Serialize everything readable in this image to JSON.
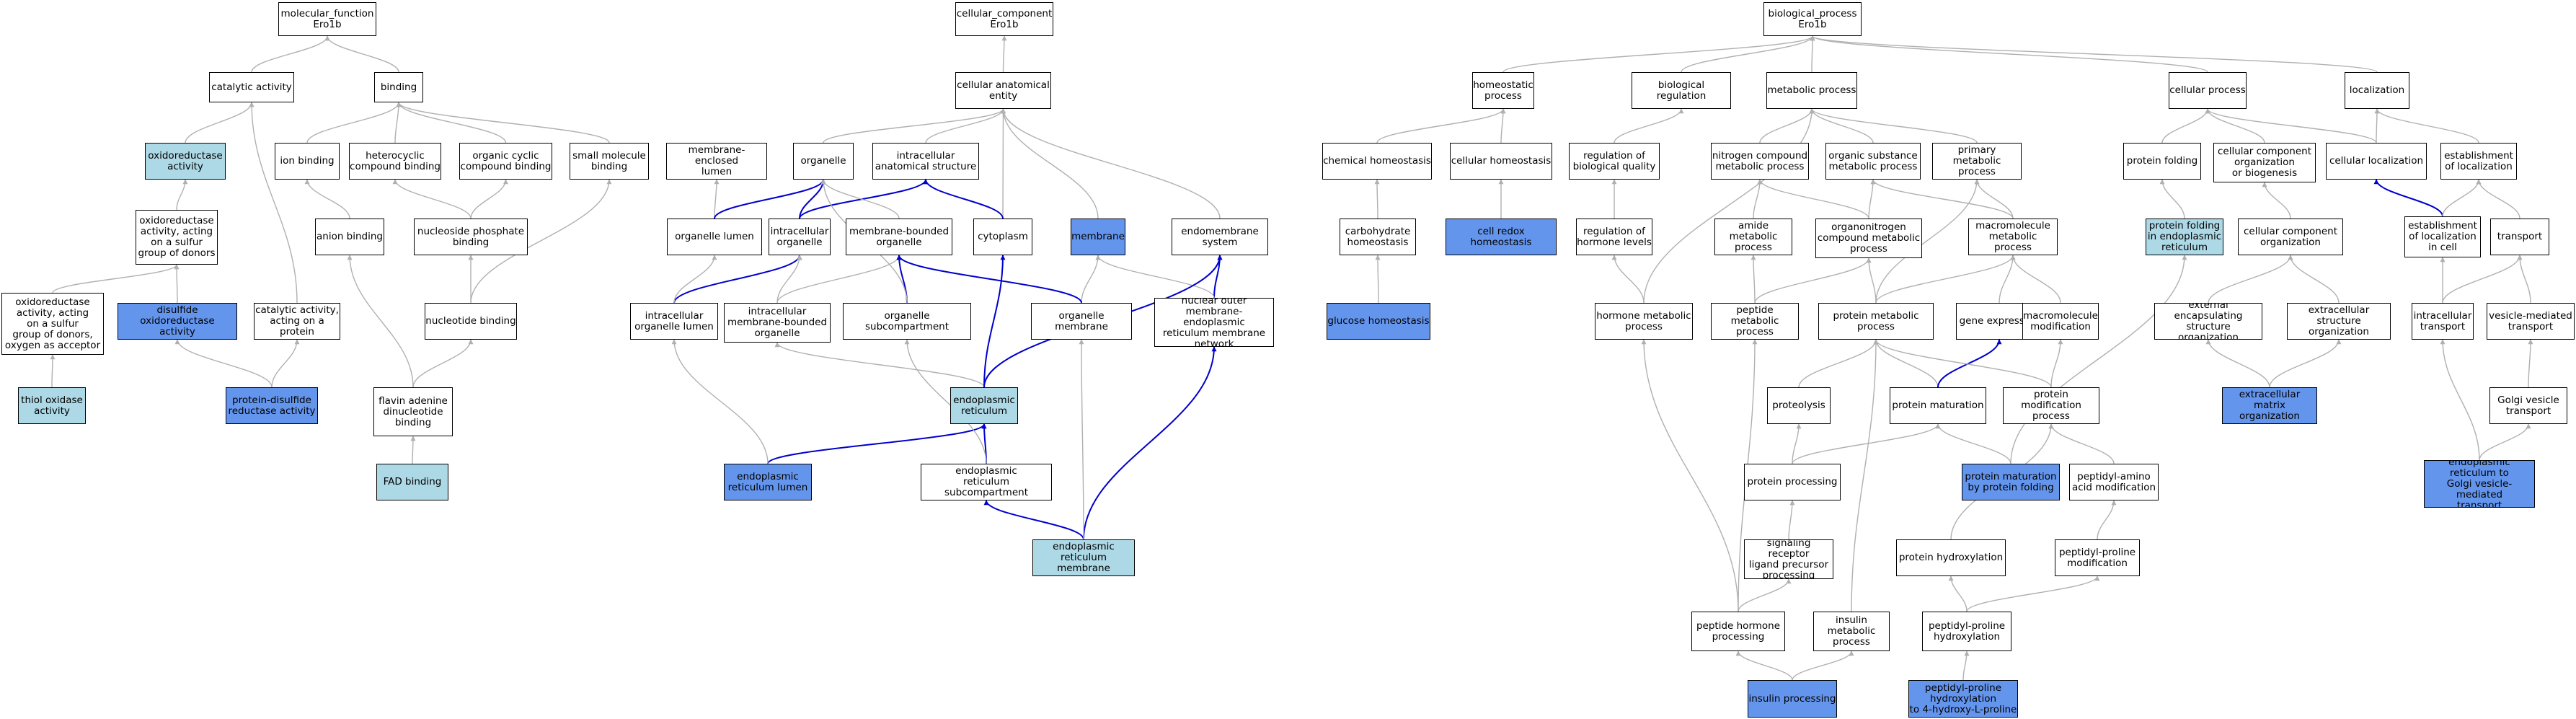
{
  "colors": {
    "plain": "#ffffff",
    "light": "#add8e6",
    "blue": "#6495ed",
    "edge_gray": "#b0b0b0",
    "edge_blue": "#0000cd"
  },
  "nodes": [
    {
      "id": "mf",
      "label": "molecular_function\nEro1b",
      "style": "plain"
    },
    {
      "id": "cata",
      "label": "catalytic activity",
      "style": "plain"
    },
    {
      "id": "bind",
      "label": "binding",
      "style": "plain"
    },
    {
      "id": "oxred",
      "label": "oxidoreductase\nactivity",
      "style": "light"
    },
    {
      "id": "ionb",
      "label": "ion binding",
      "style": "plain"
    },
    {
      "id": "hetb",
      "label": "heterocyclic\ncompound binding",
      "style": "plain"
    },
    {
      "id": "orgcyc",
      "label": "organic cyclic\ncompound binding",
      "style": "plain"
    },
    {
      "id": "smb",
      "label": "small molecule\nbinding",
      "style": "plain"
    },
    {
      "id": "oxsulf",
      "label": "oxidoreductase\nactivity, acting\non a sulfur\ngroup of donors",
      "style": "plain"
    },
    {
      "id": "anion",
      "label": "anion binding",
      "style": "plain"
    },
    {
      "id": "nucphos",
      "label": "nucleoside phosphate\nbinding",
      "style": "plain"
    },
    {
      "id": "oxoxy",
      "label": "oxidoreductase\nactivity, acting\non a sulfur\ngroup of donors,\noxygen as acceptor",
      "style": "plain"
    },
    {
      "id": "disulf",
      "label": "disulfide oxidoreductase\nactivity",
      "style": "blue"
    },
    {
      "id": "catprot",
      "label": "catalytic activity,\nacting on a\nprotein",
      "style": "plain"
    },
    {
      "id": "nucb",
      "label": "nucleotide binding",
      "style": "plain"
    },
    {
      "id": "thiol",
      "label": "thiol oxidase\nactivity",
      "style": "light"
    },
    {
      "id": "pdi",
      "label": "protein-disulfide\nreductase activity",
      "style": "blue"
    },
    {
      "id": "fadin",
      "label": "flavin adenine\ndinucleotide\nbinding",
      "style": "plain"
    },
    {
      "id": "fad",
      "label": "FAD binding",
      "style": "light"
    },
    {
      "id": "cc",
      "label": "cellular_component\nEro1b",
      "style": "plain"
    },
    {
      "id": "cae",
      "label": "cellular anatomical\nentity",
      "style": "plain"
    },
    {
      "id": "membl",
      "label": "membrane-enclosed\nlumen",
      "style": "plain"
    },
    {
      "id": "orgnl",
      "label": "organelle",
      "style": "plain"
    },
    {
      "id": "ias",
      "label": "intracellular\nanatomical structure",
      "style": "plain"
    },
    {
      "id": "orglum",
      "label": "organelle lumen",
      "style": "plain"
    },
    {
      "id": "icorg",
      "label": "intracellular\norganelle",
      "style": "plain"
    },
    {
      "id": "mbo",
      "label": "membrane-bounded\norganelle",
      "style": "plain"
    },
    {
      "id": "cyto",
      "label": "cytoplasm",
      "style": "plain"
    },
    {
      "id": "memb",
      "label": "membrane",
      "style": "blue"
    },
    {
      "id": "endom",
      "label": "endomembrane\nsystem",
      "style": "plain"
    },
    {
      "id": "icol",
      "label": "intracellular\norganelle lumen",
      "style": "plain"
    },
    {
      "id": "icmbo",
      "label": "intracellular\nmembrane-bounded\norganelle",
      "style": "plain"
    },
    {
      "id": "orgsub",
      "label": "organelle subcompartment",
      "style": "plain"
    },
    {
      "id": "orgmem",
      "label": "organelle membrane",
      "style": "plain"
    },
    {
      "id": "nucouter",
      "label": "nuclear outer\nmembrane-endoplasmic\nreticulum membrane\nnetwork",
      "style": "plain"
    },
    {
      "id": "er",
      "label": "endoplasmic\nreticulum",
      "style": "light"
    },
    {
      "id": "erlum",
      "label": "endoplasmic\nreticulum lumen",
      "style": "blue"
    },
    {
      "id": "ersub",
      "label": "endoplasmic\nreticulum subcompartment",
      "style": "plain"
    },
    {
      "id": "ermem",
      "label": "endoplasmic\nreticulum membrane",
      "style": "light"
    },
    {
      "id": "bp",
      "label": "biological_process\nEro1b",
      "style": "plain"
    },
    {
      "id": "homeo",
      "label": "homeostatic\nprocess",
      "style": "plain"
    },
    {
      "id": "bioreg",
      "label": "biological regulation",
      "style": "plain"
    },
    {
      "id": "metab",
      "label": "metabolic process",
      "style": "plain"
    },
    {
      "id": "cellp",
      "label": "cellular process",
      "style": "plain"
    },
    {
      "id": "local",
      "label": "localization",
      "style": "plain"
    },
    {
      "id": "chemh",
      "label": "chemical homeostasis",
      "style": "plain"
    },
    {
      "id": "cellh",
      "label": "cellular homeostasis",
      "style": "plain"
    },
    {
      "id": "regbq",
      "label": "regulation of\nbiological quality",
      "style": "plain"
    },
    {
      "id": "nitro",
      "label": "nitrogen compound\nmetabolic process",
      "style": "plain"
    },
    {
      "id": "orgsubst",
      "label": "organic substance\nmetabolic process",
      "style": "plain"
    },
    {
      "id": "primm",
      "label": "primary metabolic\nprocess",
      "style": "plain"
    },
    {
      "id": "protf",
      "label": "protein folding",
      "style": "plain"
    },
    {
      "id": "ccob",
      "label": "cellular component\norganization\nor biogenesis",
      "style": "plain"
    },
    {
      "id": "cellloc",
      "label": "cellular localization",
      "style": "plain"
    },
    {
      "id": "estloc",
      "label": "establishment\nof localization",
      "style": "plain"
    },
    {
      "id": "carbh",
      "label": "carbohydrate\nhomeostasis",
      "style": "plain"
    },
    {
      "id": "redox",
      "label": "cell redox homeostasis",
      "style": "blue"
    },
    {
      "id": "reghl",
      "label": "regulation of\nhormone levels",
      "style": "plain"
    },
    {
      "id": "amide",
      "label": "amide metabolic\nprocess",
      "style": "plain"
    },
    {
      "id": "orgnit",
      "label": "organonitrogen\ncompound metabolic\nprocess",
      "style": "plain"
    },
    {
      "id": "macro",
      "label": "macromolecule\nmetabolic process",
      "style": "plain"
    },
    {
      "id": "pfer",
      "label": "protein folding\nin endoplasmic\nreticulum",
      "style": "light"
    },
    {
      "id": "cco",
      "label": "cellular component\norganization",
      "style": "plain"
    },
    {
      "id": "estcell",
      "label": "establishment\nof localization\nin cell",
      "style": "plain"
    },
    {
      "id": "transp",
      "label": "transport",
      "style": "plain"
    },
    {
      "id": "glucose",
      "label": "glucose homeostasis",
      "style": "blue"
    },
    {
      "id": "hormm",
      "label": "hormone metabolic\nprocess",
      "style": "plain"
    },
    {
      "id": "pepm",
      "label": "peptide metabolic\nprocess",
      "style": "plain"
    },
    {
      "id": "protm",
      "label": "protein metabolic\nprocess",
      "style": "plain"
    },
    {
      "id": "gene",
      "label": "gene expression",
      "style": "plain"
    },
    {
      "id": "macmod",
      "label": "macromolecule\nmodification",
      "style": "plain"
    },
    {
      "id": "extenc",
      "label": "external encapsulating\nstructure organization",
      "style": "plain"
    },
    {
      "id": "extorg",
      "label": "extracellular\nstructure organization",
      "style": "plain"
    },
    {
      "id": "ictrans",
      "label": "intracellular\ntransport",
      "style": "plain"
    },
    {
      "id": "vesic",
      "label": "vesicle-mediated\ntransport",
      "style": "plain"
    },
    {
      "id": "proteol",
      "label": "proteolysis",
      "style": "plain"
    },
    {
      "id": "protmat",
      "label": "protein maturation",
      "style": "plain"
    },
    {
      "id": "protmod",
      "label": "protein modification\nprocess",
      "style": "plain"
    },
    {
      "id": "ecm",
      "label": "extracellular\nmatrix organization",
      "style": "blue"
    },
    {
      "id": "golgi",
      "label": "Golgi vesicle\ntransport",
      "style": "plain"
    },
    {
      "id": "protproc",
      "label": "protein processing",
      "style": "plain"
    },
    {
      "id": "pmpf",
      "label": "protein maturation\nby protein folding",
      "style": "blue"
    },
    {
      "id": "pepamino",
      "label": "peptidyl-amino\nacid modification",
      "style": "plain"
    },
    {
      "id": "ertogolgi",
      "label": "endoplasmic\nreticulum to\nGolgi vesicle-mediated\ntransport",
      "style": "blue"
    },
    {
      "id": "sigrec",
      "label": "signaling receptor\nligand precursor\nprocessing",
      "style": "plain"
    },
    {
      "id": "pepprol",
      "label": "peptidyl-proline\nmodification",
      "style": "plain"
    },
    {
      "id": "prothyd",
      "label": "protein hydroxylation",
      "style": "plain"
    },
    {
      "id": "peph",
      "label": "peptide hormone\nprocessing",
      "style": "plain"
    },
    {
      "id": "insm",
      "label": "insulin metabolic\nprocess",
      "style": "plain"
    },
    {
      "id": "ppoh",
      "label": "peptidyl-proline\nhydroxylation",
      "style": "plain"
    },
    {
      "id": "insproc",
      "label": "insulin processing",
      "style": "blue"
    },
    {
      "id": "pp4h",
      "label": "peptidyl-proline\nhydroxylation\nto 4-hydroxy-L-proline",
      "style": "blue"
    }
  ],
  "edges": [
    [
      "cata",
      "mf",
      "gray"
    ],
    [
      "bind",
      "mf",
      "gray"
    ],
    [
      "oxred",
      "cata",
      "gray"
    ],
    [
      "ionb",
      "bind",
      "gray"
    ],
    [
      "hetb",
      "bind",
      "gray"
    ],
    [
      "orgcyc",
      "bind",
      "gray"
    ],
    [
      "smb",
      "bind",
      "gray"
    ],
    [
      "oxsulf",
      "oxred",
      "gray"
    ],
    [
      "anion",
      "ionb",
      "gray"
    ],
    [
      "nucphos",
      "hetb",
      "gray"
    ],
    [
      "nucphos",
      "orgcyc",
      "gray"
    ],
    [
      "oxoxy",
      "oxsulf",
      "gray"
    ],
    [
      "disulf",
      "oxsulf",
      "gray"
    ],
    [
      "catprot",
      "cata",
      "gray"
    ],
    [
      "nucb",
      "nucphos",
      "gray"
    ],
    [
      "nucb",
      "smb",
      "gray"
    ],
    [
      "thiol",
      "oxoxy",
      "gray"
    ],
    [
      "pdi",
      "disulf",
      "gray"
    ],
    [
      "pdi",
      "catprot",
      "gray"
    ],
    [
      "fadin",
      "anion",
      "gray"
    ],
    [
      "fadin",
      "nucb",
      "gray"
    ],
    [
      "fad",
      "fadin",
      "gray"
    ],
    [
      "cae",
      "cc",
      "gray"
    ],
    [
      "orgnl",
      "cae",
      "gray"
    ],
    [
      "ias",
      "cae",
      "gray"
    ],
    [
      "memb",
      "cae",
      "gray"
    ],
    [
      "endom",
      "cae",
      "gray"
    ],
    [
      "cyto",
      "cae",
      "gray"
    ],
    [
      "orglum",
      "membl",
      "gray"
    ],
    [
      "orglum",
      "orgnl",
      "blue"
    ],
    [
      "icorg",
      "orgnl",
      "blue"
    ],
    [
      "icorg",
      "ias",
      "blue"
    ],
    [
      "mbo",
      "orgnl",
      "gray"
    ],
    [
      "cyto",
      "ias",
      "blue"
    ],
    [
      "icol",
      "icorg",
      "blue"
    ],
    [
      "icol",
      "orglum",
      "gray"
    ],
    [
      "icmbo",
      "icorg",
      "gray"
    ],
    [
      "icmbo",
      "mbo",
      "gray"
    ],
    [
      "orgsub",
      "mbo",
      "blue"
    ],
    [
      "orgsub",
      "orgnl",
      "gray"
    ],
    [
      "orgmem",
      "memb",
      "gray"
    ],
    [
      "orgmem",
      "mbo",
      "blue"
    ],
    [
      "nucouter",
      "endom",
      "blue"
    ],
    [
      "nucouter",
      "memb",
      "gray"
    ],
    [
      "er",
      "cyto",
      "blue"
    ],
    [
      "er",
      "icmbo",
      "gray"
    ],
    [
      "er",
      "endom",
      "blue"
    ],
    [
      "erlum",
      "er",
      "blue"
    ],
    [
      "erlum",
      "icol",
      "gray"
    ],
    [
      "ersub",
      "er",
      "blue"
    ],
    [
      "ersub",
      "orgsub",
      "gray"
    ],
    [
      "ermem",
      "ersub",
      "blue"
    ],
    [
      "ermem",
      "nucouter",
      "blue"
    ],
    [
      "ermem",
      "orgmem",
      "gray"
    ],
    [
      "homeo",
      "bp",
      "gray"
    ],
    [
      "bioreg",
      "bp",
      "gray"
    ],
    [
      "metab",
      "bp",
      "gray"
    ],
    [
      "cellp",
      "bp",
      "gray"
    ],
    [
      "local",
      "bp",
      "gray"
    ],
    [
      "chemh",
      "homeo",
      "gray"
    ],
    [
      "cellh",
      "homeo",
      "gray"
    ],
    [
      "regbq",
      "bioreg",
      "gray"
    ],
    [
      "nitro",
      "metab",
      "gray"
    ],
    [
      "orgsubst",
      "metab",
      "gray"
    ],
    [
      "primm",
      "metab",
      "gray"
    ],
    [
      "protf",
      "cellp",
      "gray"
    ],
    [
      "ccob",
      "cellp",
      "gray"
    ],
    [
      "cellloc",
      "cellp",
      "gray"
    ],
    [
      "cellloc",
      "local",
      "gray"
    ],
    [
      "estloc",
      "local",
      "gray"
    ],
    [
      "carbh",
      "chemh",
      "gray"
    ],
    [
      "redox",
      "cellh",
      "gray"
    ],
    [
      "reghl",
      "regbq",
      "gray"
    ],
    [
      "amide",
      "nitro",
      "gray"
    ],
    [
      "orgnit",
      "nitro",
      "gray"
    ],
    [
      "orgnit",
      "orgsubst",
      "gray"
    ],
    [
      "macro",
      "orgsubst",
      "gray"
    ],
    [
      "macro",
      "primm",
      "gray"
    ],
    [
      "pfer",
      "protf",
      "gray"
    ],
    [
      "cco",
      "ccob",
      "gray"
    ],
    [
      "estcell",
      "cellloc",
      "blue"
    ],
    [
      "estcell",
      "estloc",
      "gray"
    ],
    [
      "transp",
      "estloc",
      "gray"
    ],
    [
      "glucose",
      "carbh",
      "gray"
    ],
    [
      "hormm",
      "reghl",
      "gray"
    ],
    [
      "hormm",
      "metab",
      "gray"
    ],
    [
      "pepm",
      "amide",
      "gray"
    ],
    [
      "pepm",
      "orgnit",
      "gray"
    ],
    [
      "protm",
      "orgnit",
      "gray"
    ],
    [
      "protm",
      "macro",
      "gray"
    ],
    [
      "protm",
      "primm",
      "gray"
    ],
    [
      "gene",
      "macro",
      "gray"
    ],
    [
      "macmod",
      "macro",
      "gray"
    ],
    [
      "extenc",
      "cco",
      "gray"
    ],
    [
      "extorg",
      "cco",
      "gray"
    ],
    [
      "ictrans",
      "estcell",
      "gray"
    ],
    [
      "ictrans",
      "transp",
      "gray"
    ],
    [
      "vesic",
      "transp",
      "gray"
    ],
    [
      "proteol",
      "protm",
      "gray"
    ],
    [
      "protmat",
      "protm",
      "gray"
    ],
    [
      "protmat",
      "gene",
      "blue"
    ],
    [
      "protmod",
      "protm",
      "gray"
    ],
    [
      "protmod",
      "macmod",
      "gray"
    ],
    [
      "ecm",
      "extenc",
      "gray"
    ],
    [
      "ecm",
      "extorg",
      "gray"
    ],
    [
      "golgi",
      "vesic",
      "gray"
    ],
    [
      "protproc",
      "proteol",
      "gray"
    ],
    [
      "protproc",
      "protmat",
      "gray"
    ],
    [
      "pmpf",
      "protmat",
      "gray"
    ],
    [
      "pmpf",
      "pfer",
      "gray"
    ],
    [
      "pepamino",
      "protmod",
      "gray"
    ],
    [
      "ertogolgi",
      "ictrans",
      "gray"
    ],
    [
      "ertogolgi",
      "golgi",
      "gray"
    ],
    [
      "sigrec",
      "protproc",
      "gray"
    ],
    [
      "pepprol",
      "pepamino",
      "gray"
    ],
    [
      "prothyd",
      "protmod",
      "gray"
    ],
    [
      "peph",
      "sigrec",
      "gray"
    ],
    [
      "peph",
      "pepm",
      "gray"
    ],
    [
      "peph",
      "hormm",
      "gray"
    ],
    [
      "insm",
      "protm",
      "gray"
    ],
    [
      "ppoh",
      "pepprol",
      "gray"
    ],
    [
      "ppoh",
      "prothyd",
      "gray"
    ],
    [
      "insproc",
      "peph",
      "gray"
    ],
    [
      "insproc",
      "insm",
      "gray"
    ],
    [
      "pp4h",
      "ppoh",
      "gray"
    ]
  ]
}
